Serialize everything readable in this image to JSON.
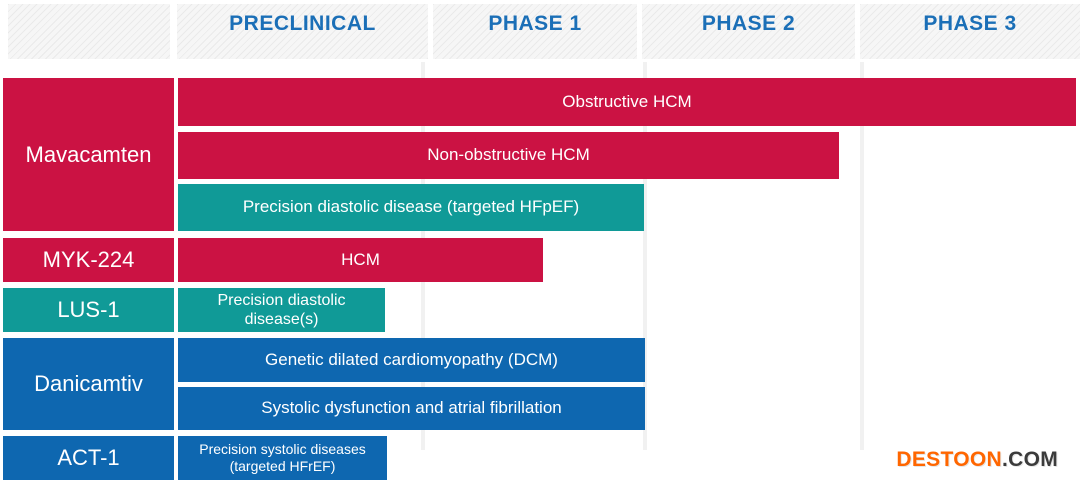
{
  "theme": {
    "page_bg": "#ffffff",
    "hatch_bg": "#f6f6f6",
    "gridline": "#f1f1f1",
    "header_text": "#1b6fb7",
    "bar_text": "#ffffff",
    "wm_brand": "#ff6600",
    "wm_suffix": "#3b3b3b"
  },
  "header": {
    "columns": [
      "PRECLINICAL",
      "PHASE 1",
      "PHASE 2",
      "PHASE 3"
    ]
  },
  "watermark": {
    "brand": "DESTOON",
    "suffix": ".COM"
  },
  "chart_data": {
    "type": "bar",
    "subtype": "horizontal-pipeline-gantt",
    "title": "",
    "columns": [
      "PRECLINICAL",
      "PHASE 1",
      "PHASE 2",
      "PHASE 3"
    ],
    "grid": "faint vertical column separators",
    "legend_position": "none",
    "palette": {
      "crimson": "#cb1243",
      "teal": "#109a97",
      "blue": "#0e67b0"
    },
    "programs": [
      {
        "name": "Mavacamten",
        "color": "#cb1243",
        "label_css": "background:#cb1243",
        "bars": [
          {
            "label": "Obstructive HCM",
            "color": "#cb1243",
            "phase_reached": "Phase 3 (full span)",
            "css": "width:898px;background:#cb1243"
          },
          {
            "label": "Non-obstructive HCM",
            "color": "#cb1243",
            "phase_reached": "Phase 2 (~90%)",
            "css": "width:661px;background:#cb1243"
          },
          {
            "label": "Precision diastolic disease (targeted HFpEF)",
            "color": "#109a97",
            "phase_reached": "Phase 1 (complete)",
            "css": "width:466px;background:#109a97"
          }
        ]
      },
      {
        "name": "MYK-224",
        "color": "#cb1243",
        "label_css": "background:#cb1243",
        "bars": [
          {
            "label": "HCM",
            "color": "#cb1243",
            "phase_reached": "Phase 1 (~55%)",
            "css": "width:365px;background:#cb1243"
          }
        ]
      },
      {
        "name": "LUS-1",
        "color": "#109a97",
        "label_css": "background:#109a97",
        "bars": [
          {
            "label": "Precision diastolic disease(s)",
            "color": "#109a97",
            "phase_reached": "Preclinical (~85%)",
            "css": "width:207px;background:#109a97"
          }
        ]
      },
      {
        "name": "Danicamtiv",
        "color": "#0e67b0",
        "label_css": "background:#0e67b0",
        "bars": [
          {
            "label": "Genetic dilated cardiomyopathy (DCM)",
            "color": "#0e67b0",
            "phase_reached": "Phase 1 (complete)",
            "css": "width:467px;background:#0e67b0"
          },
          {
            "label": "Systolic dysfunction and atrial fibrillation",
            "color": "#0e67b0",
            "phase_reached": "Phase 1 (complete)",
            "css": "width:467px;background:#0e67b0"
          }
        ]
      },
      {
        "name": "ACT-1",
        "color": "#0e67b0",
        "label_css": "background:#0e67b0",
        "bars": [
          {
            "label": "Precision systolic diseases (targeted HFrEF)",
            "color": "#0e67b0",
            "phase_reached": "Preclinical (~85%)",
            "css": "width:209px;background:#0e67b0"
          }
        ]
      }
    ]
  }
}
